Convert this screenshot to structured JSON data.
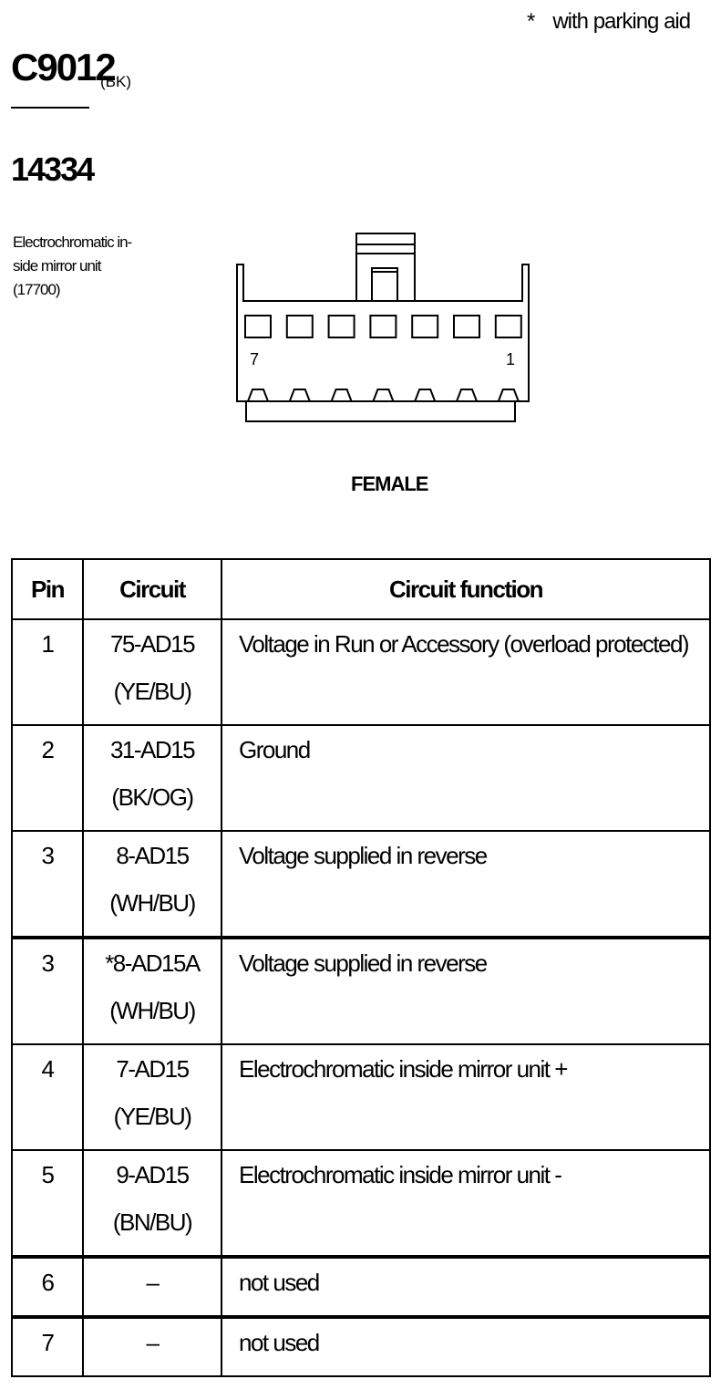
{
  "header": {
    "note_marker": "*",
    "note_text": "with parking aid",
    "connector_code": "C9012",
    "connector_color": "(BK)",
    "part_number": "14334",
    "description_lines": [
      "Electrochromatic in-",
      "side mirror unit",
      "(17700)"
    ]
  },
  "connector": {
    "pin_left_label": "7",
    "pin_right_label": "1",
    "cavity_count": 7,
    "gender": "FEMALE"
  },
  "table": {
    "headers": [
      "Pin",
      "Circuit",
      "Circuit function"
    ],
    "rows": [
      {
        "pin": "1",
        "circuit": "75-AD15",
        "color": "(YE/BU)",
        "function": "Voltage in Run or Accessory (overload protected)"
      },
      {
        "pin": "2",
        "circuit": "31-AD15",
        "color": "(BK/OG)",
        "function": "Ground"
      },
      {
        "pin": "3",
        "circuit": "8-AD15",
        "color": "(WH/BU)",
        "function": "Voltage supplied in reverse"
      },
      {
        "pin": "3",
        "circuit": "*8-AD15A",
        "color": "(WH/BU)",
        "function": "Voltage supplied in reverse"
      },
      {
        "pin": "4",
        "circuit": "7-AD15",
        "color": "(YE/BU)",
        "function": "Electrochromatic inside mirror unit  +"
      },
      {
        "pin": "5",
        "circuit": "9-AD15",
        "color": "(BN/BU)",
        "function": "Electrochromatic inside mirror unit  -"
      },
      {
        "pin": "6",
        "circuit": "–",
        "color": "",
        "function": "not used"
      },
      {
        "pin": "7",
        "circuit": "–",
        "color": "",
        "function": "not used"
      }
    ]
  }
}
